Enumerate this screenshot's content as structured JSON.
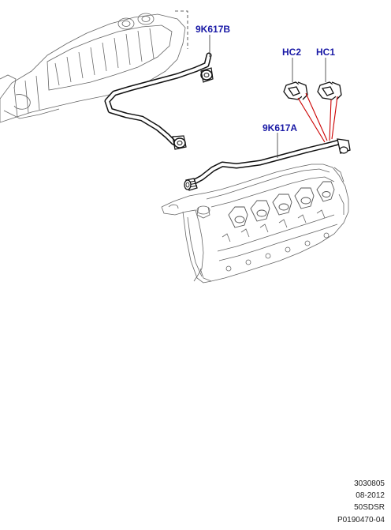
{
  "callouts": {
    "hose_b": "9K617B",
    "clip_2": "HC2",
    "clip_1": "HC1",
    "hose_a": "9K617A"
  },
  "reference": {
    "line1": "3030805",
    "line2": "08-2012",
    "line3": "50SDSR",
    "line4": "P0190470-04"
  },
  "colors": {
    "callout_text": "#1a1aa6",
    "leader_red": "#cc0000",
    "outline": "#555555",
    "hose": "#111111"
  }
}
